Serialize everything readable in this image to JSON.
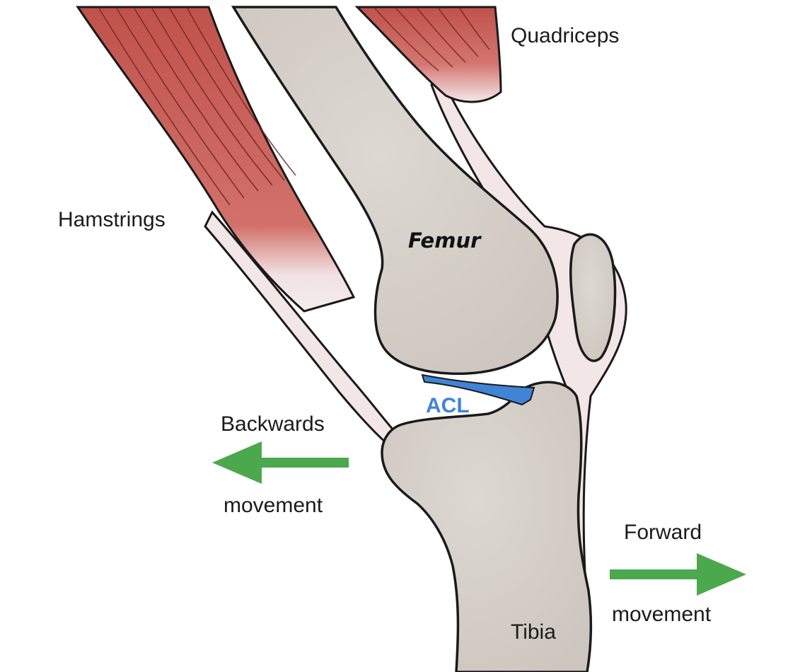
{
  "labels": {
    "quadriceps": "Quadriceps",
    "hamstrings": "Hamstrings",
    "femur": "Femur",
    "acl": "ACL",
    "backwards_line1": "Backwards",
    "backwards_line2": "movement",
    "forward_line1": "Forward",
    "forward_line2": "movement",
    "tibia": "Tibia"
  },
  "colors": {
    "muscle": "#c75a52",
    "muscle_fibers": "#7a2a26",
    "tendon": "#f3e6e6",
    "bone": "#d3cdc6",
    "outline": "#1a1a1a",
    "acl": "#3f84d6",
    "arrow": "#4ca84c"
  }
}
